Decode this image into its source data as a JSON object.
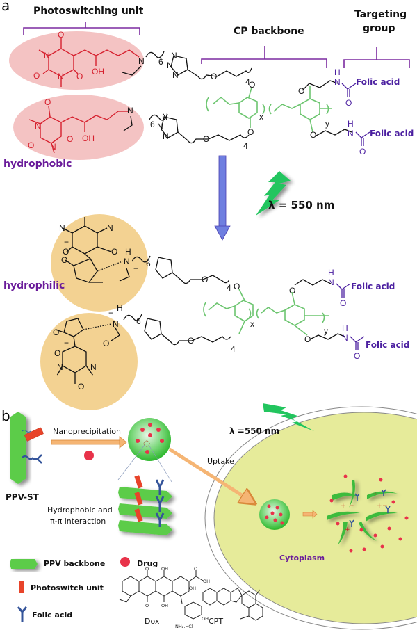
{
  "panel_a": {
    "label": "a",
    "headers": {
      "photoswitching": "Photoswitching unit",
      "cp_backbone": "CP backbone",
      "targeting_line1": "Targeting",
      "targeting_line2": "group"
    },
    "states": {
      "top": "hydrophobic",
      "bottom": "hydrophilic"
    },
    "light": "λ = 550 nm",
    "atoms": {
      "O": "O",
      "N": "N",
      "OH": "OH",
      "H": "H",
      "six": "6",
      "four": "4",
      "x": "x",
      "y": "y",
      "plus": "+",
      "minus": "−"
    },
    "targeting_label": "Folic acid",
    "colors": {
      "photoswitch_red": "#d6202e",
      "hydrophobic_ellipse": "#f2b8b8",
      "hydrophilic_circle": "#f2cd86",
      "backbone_green": "#6cc56f",
      "folic_violet": "#4b1fa0",
      "label_purple": "#6a1b9a",
      "arrow_blue": "#6f7fe0",
      "bolt_green": "#22c55e"
    }
  },
  "panel_b": {
    "label": "b",
    "polymer_name": "PPV-ST",
    "step1": "Nanoprecipitation",
    "step2": "Uptake",
    "interaction_line1": "Hydrophobic and",
    "interaction_line2": "π-π interaction",
    "light": "λ =550 nm",
    "compartment": "Cytoplasm",
    "legend": [
      {
        "icon": "ppv-backbone",
        "label": "PPV backbone"
      },
      {
        "icon": "drug",
        "label": "Drug"
      },
      {
        "icon": "photoswitch-unit",
        "label": "Photoswitch unit"
      },
      {
        "icon": "folic-acid",
        "label": "Folic acid"
      }
    ],
    "drugs": [
      {
        "name": "Dox",
        "salt": "NH₂.HCl"
      },
      {
        "name": "CPT"
      }
    ],
    "colors": {
      "cell_fill": "#e6eb9a",
      "nanoparticle": "#4cc94c",
      "drug": "#e8334a",
      "arrow_orange": "#f5b574"
    }
  }
}
